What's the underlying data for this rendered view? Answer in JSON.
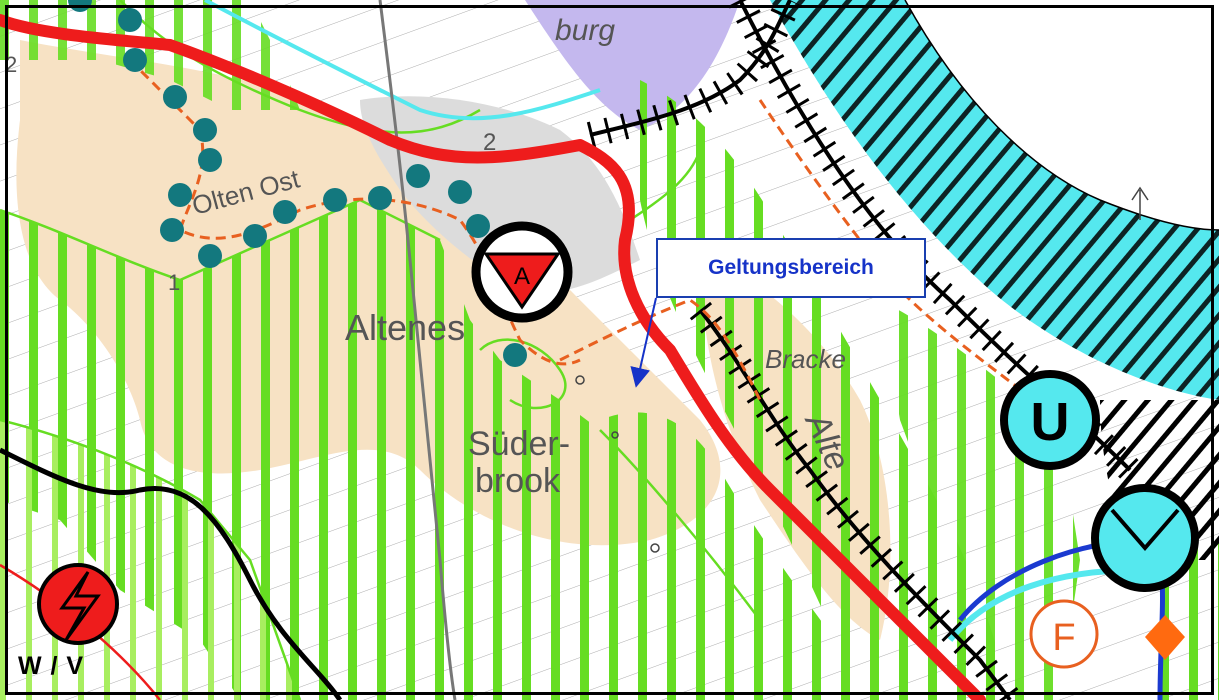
{
  "labels": {
    "burg": "burg",
    "olten_ost": "Olten Ost",
    "altenes": "Altenes",
    "suederbrook_1": "Süder-",
    "suederbrook_2": "brook",
    "bracke": "Bracke",
    "alte": "Alte",
    "num_2a": "2",
    "num_2b": "2",
    "num_1": "1"
  },
  "callout": {
    "text": "Geltungsbereich"
  },
  "symbols": {
    "dump_letter": "A",
    "u_letter": "U",
    "f_letter": "F",
    "wv": "W / V"
  },
  "colors": {
    "red_boundary": "#ee1c1c",
    "green_hatch": "#66dd22",
    "cyan": "#55e8ee",
    "settlement": "#f7e2c4",
    "lavender": "#c4b8ee",
    "teal_dots": "#13787e",
    "orange_dash": "#e86020",
    "blue_arrow": "#1633c8"
  }
}
